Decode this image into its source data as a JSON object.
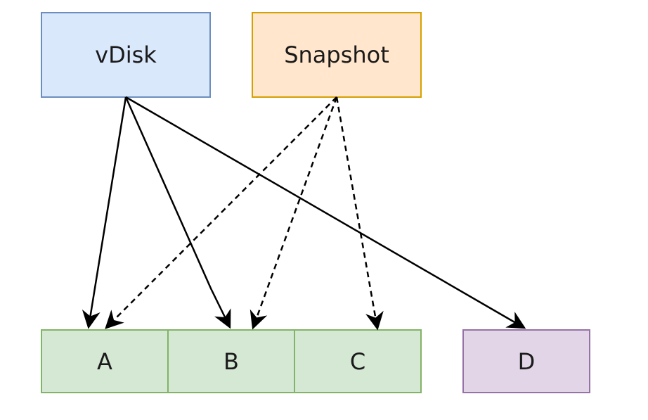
{
  "nodes": {
    "vdisk": {
      "label": "vDisk",
      "fill": "#dae8fc",
      "stroke": "#6c8ebf"
    },
    "snapshot": {
      "label": "Snapshot",
      "fill": "#ffe6cc",
      "stroke": "#d6a000"
    },
    "a": {
      "label": "A",
      "fill": "#d5e8d4",
      "stroke": "#82b366"
    },
    "b": {
      "label": "B",
      "fill": "#d5e8d4",
      "stroke": "#82b366"
    },
    "c": {
      "label": "C",
      "fill": "#d5e8d4",
      "stroke": "#82b366"
    },
    "d": {
      "label": "D",
      "fill": "#e1d5e7",
      "stroke": "#9673a6"
    }
  },
  "edges": [
    {
      "from": "vDisk",
      "to": "A",
      "style": "solid"
    },
    {
      "from": "vDisk",
      "to": "B",
      "style": "solid"
    },
    {
      "from": "vDisk",
      "to": "D",
      "style": "solid"
    },
    {
      "from": "Snapshot",
      "to": "A",
      "style": "dashed"
    },
    {
      "from": "Snapshot",
      "to": "B",
      "style": "dashed"
    },
    {
      "from": "Snapshot",
      "to": "C",
      "style": "dashed"
    }
  ]
}
